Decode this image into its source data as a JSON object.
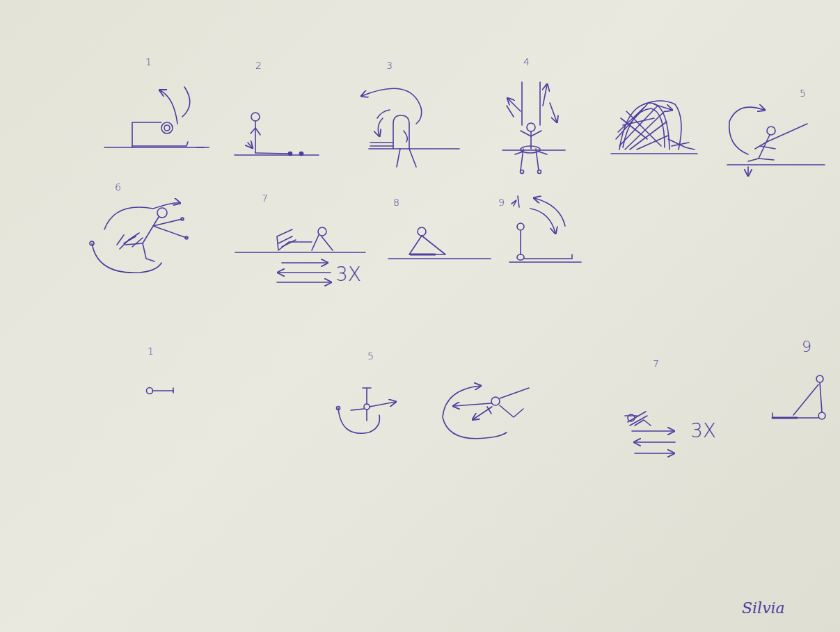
{
  "diagram": {
    "labels": [
      "1",
      "2",
      "3",
      "4",
      "5",
      "6",
      "7",
      "8",
      "9",
      "3X",
      "1",
      "5",
      "7",
      "9",
      "3X",
      "Silvia"
    ]
  }
}
